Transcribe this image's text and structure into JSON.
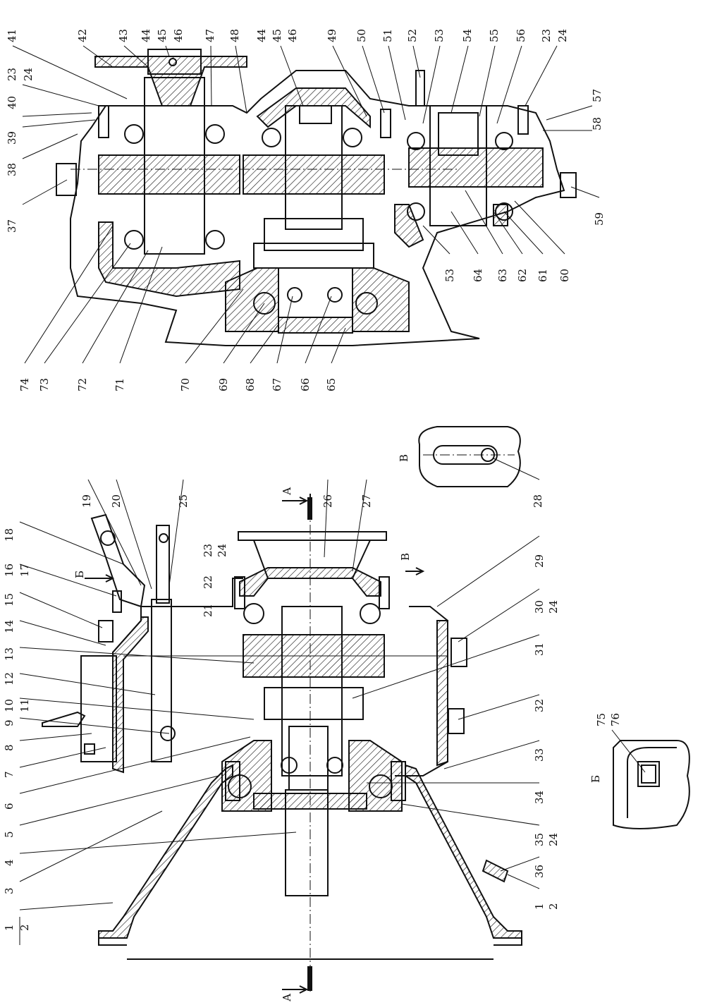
{
  "view_marks": {
    "section_a": "А",
    "view_b": "Б",
    "view_v": "В"
  },
  "callouts_left_top": [
    "1",
    "2",
    "3",
    "4",
    "5",
    "6",
    "7",
    "8",
    "9",
    "10",
    "11",
    "12",
    "13",
    "14",
    "15",
    "16",
    "17",
    "18"
  ],
  "callouts_left_bottom": [
    "19",
    "20",
    "25",
    "26",
    "27",
    "28"
  ],
  "callouts_left_right": [
    "23",
    "24",
    "22",
    "21",
    "29",
    "30",
    "24",
    "31",
    "32",
    "33",
    "34",
    "35",
    "24",
    "36",
    "1",
    "2"
  ],
  "callouts_view_b": [
    "75",
    "76"
  ],
  "callouts_right_top": [
    "74",
    "73",
    "72",
    "71",
    "70",
    "69",
    "68",
    "67",
    "66",
    "65"
  ],
  "callouts_right_bottom": [
    "53",
    "64",
    "63",
    "62",
    "61",
    "60",
    "59"
  ],
  "callouts_right_upper": [
    "41",
    "42",
    "43",
    "44",
    "45",
    "46",
    "47",
    "48",
    "44",
    "45",
    "46",
    "49",
    "50",
    "51",
    "52",
    "53",
    "54",
    "55",
    "56",
    "23",
    "24"
  ],
  "callouts_right_left": [
    "23",
    "24",
    "40",
    "39",
    "38",
    "37"
  ],
  "callouts_right_right": [
    "57",
    "58"
  ]
}
